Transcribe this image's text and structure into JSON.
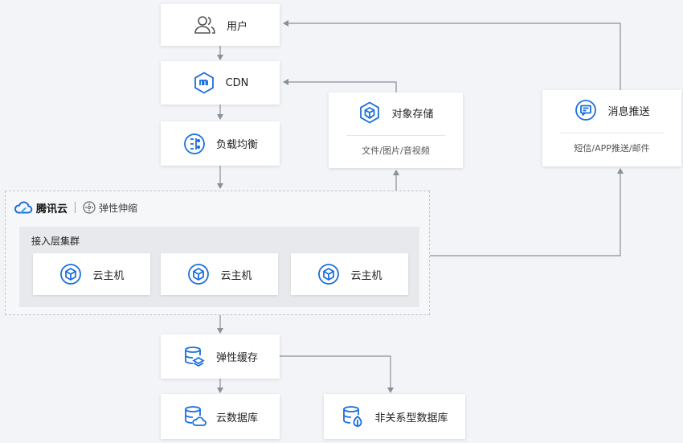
{
  "nodes": {
    "user": {
      "label": "用户",
      "icon": "users-icon"
    },
    "cdn": {
      "label": "CDN",
      "icon": "cdn-icon"
    },
    "lb": {
      "label": "负载均衡",
      "icon": "load-balancer-icon"
    },
    "object_storage": {
      "label": "对象存储",
      "sub": "文件/图片/音视频",
      "icon": "object-storage-cube-icon"
    },
    "message_push": {
      "label": "消息推送",
      "sub": "短信/APP推送/邮件",
      "icon": "message-push-icon"
    },
    "cache": {
      "label": "弹性缓存",
      "icon": "cache-database-icon"
    },
    "cloud_db": {
      "label": "云数据库",
      "icon": "cloud-database-icon"
    },
    "nosql_db": {
      "label": "非关系型数据库",
      "icon": "nosql-database-icon"
    }
  },
  "region": {
    "brand": "腾讯云",
    "brand_icon": "tencent-cloud-logo-icon",
    "scaling": "弹性伸缩",
    "scaling_icon": "auto-scaling-icon",
    "cluster_title": "接入层集群",
    "vms": [
      {
        "label": "云主机",
        "icon": "cvm-icon"
      },
      {
        "label": "云主机",
        "icon": "cvm-icon"
      },
      {
        "label": "云主机",
        "icon": "cvm-icon"
      }
    ]
  },
  "colors": {
    "accent": "#1a6fe0",
    "arrow": "#8a8f99",
    "dash": "#c2c6cf"
  }
}
